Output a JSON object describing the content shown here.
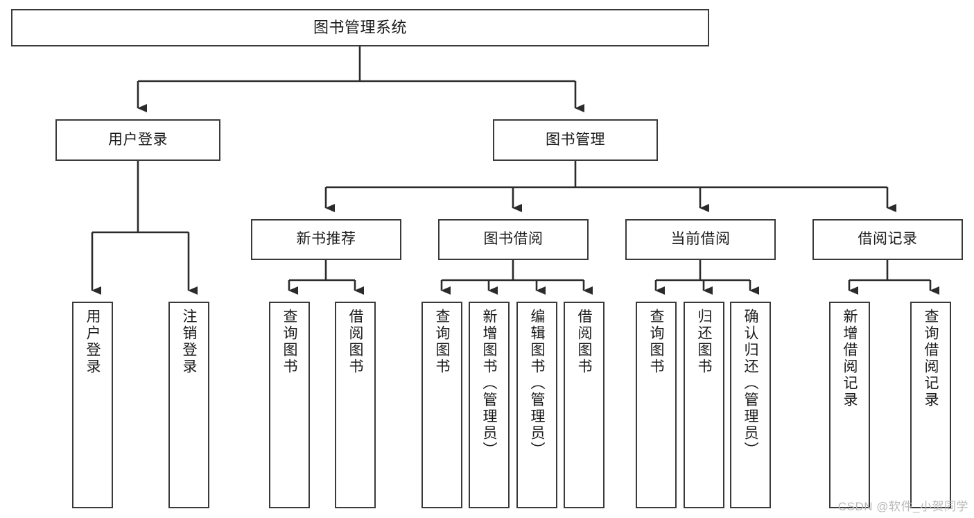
{
  "diagram": {
    "title": "图书管理系统",
    "type": "tree",
    "watermark": "CSDN @软件_小贺同学",
    "colors": {
      "background": "#ffffff",
      "box_border": "#3a3a3a",
      "box_fill": "#ffffff",
      "connector": "#2b2b2b",
      "text": "#1a1a1a",
      "watermark": "#b9b9b9"
    },
    "nodes": {
      "root": {
        "label": "图书管理系统"
      },
      "level2": [
        {
          "label": "用户登录"
        },
        {
          "label": "图书管理"
        }
      ],
      "level3": [
        {
          "label": "新书推荐"
        },
        {
          "label": "图书借阅"
        },
        {
          "label": "当前借阅"
        },
        {
          "label": "借阅记录"
        }
      ],
      "leaves": {
        "user_login": [
          {
            "label": "用户登录"
          },
          {
            "label": "注销登录"
          }
        ],
        "new_book": [
          {
            "label": "查询图书"
          },
          {
            "label": "借阅图书"
          }
        ],
        "borrow_book": [
          {
            "label": "查询图书"
          },
          {
            "label": "新增图书（管理员）"
          },
          {
            "label": "编辑图书（管理员）"
          },
          {
            "label": "借阅图书"
          }
        ],
        "current_borrow": [
          {
            "label": "查询图书"
          },
          {
            "label": "归还图书"
          },
          {
            "label": "确认归还（管理员）"
          }
        ],
        "borrow_record": [
          {
            "label": "新增借阅记录"
          },
          {
            "label": "查询借阅记录"
          }
        ]
      }
    }
  }
}
